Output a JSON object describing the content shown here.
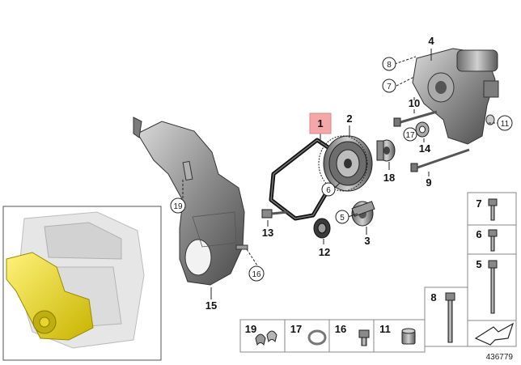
{
  "diagram_id": "436779",
  "callouts": {
    "c1": "1",
    "c2": "2",
    "c3": "3",
    "c4": "4",
    "c5": "5",
    "c6": "6",
    "c7": "7",
    "c8": "8",
    "c9": "9",
    "c10": "10",
    "c11": "11",
    "c12": "12",
    "c13": "13",
    "c14": "14",
    "c15": "15",
    "c16": "16",
    "c17": "17",
    "c18": "18",
    "c19": "19"
  },
  "legend": {
    "right_column": [
      "7",
      "6",
      "5"
    ],
    "bottom_row": [
      "19",
      "17",
      "16",
      "11"
    ],
    "tall_bolt": "8"
  },
  "colors": {
    "highlight_box": "#f4a6a8",
    "engine_highlight": "#e8d62a",
    "part_gray": "#8a8a8a",
    "line": "#222222"
  }
}
